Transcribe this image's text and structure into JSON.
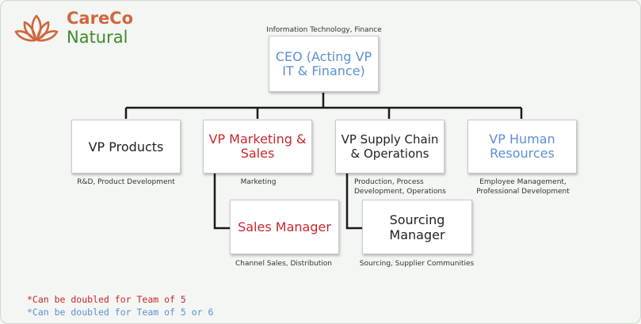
{
  "brand": {
    "line1": "CareCo",
    "line2": "Natural",
    "colors": {
      "orange": "#d0673e",
      "green": "#3f8a2a"
    }
  },
  "ceo": {
    "label": "CEO (Acting VP IT & Finance)",
    "note": "Information Technology, Finance",
    "color": "#5b8fd6"
  },
  "vp_products": {
    "label": "VP Products",
    "note": "R&D, Product Development",
    "color": "#222222"
  },
  "vp_marketing": {
    "label": "VP Marketing & Sales",
    "note": "Marketing",
    "color": "#c8272d"
  },
  "vp_supply": {
    "label": "VP Supply Chain & Operations",
    "note": "Production, Process Development, Operations",
    "color": "#222222"
  },
  "vp_hr": {
    "label": "VP Human Resources",
    "note": "Employee Management, Professional Development",
    "color": "#5b8fd6"
  },
  "sales_manager": {
    "label": "Sales Manager",
    "note": "Channel Sales, Distribution",
    "color": "#c8272d"
  },
  "sourcing_manager": {
    "label": "Sourcing Manager",
    "note": "Sourcing, Supplier Communities",
    "color": "#222222"
  },
  "legend": {
    "red": "*Can be doubled for Team of 5",
    "blue": "*Can be doubled for Team of 5 or 6"
  }
}
